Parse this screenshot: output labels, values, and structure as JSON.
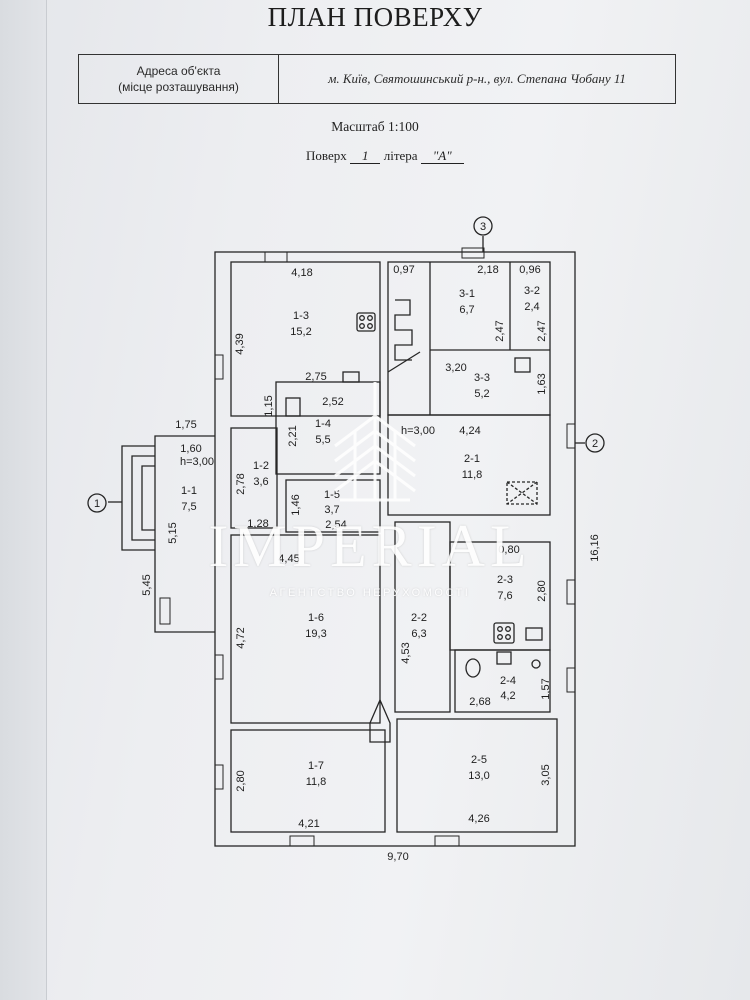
{
  "header": {
    "title": "ПЛАН ПОВЕРХУ",
    "address_label_line1": "Адреса об'єкта",
    "address_label_line2": "(місце розташування)",
    "address_value": "м. Київ, Святошинський р-н., вул. Степана Чобану 11",
    "scale": "Масштаб 1:100",
    "floor_prefix": "Поверх",
    "floor_number": "1",
    "letter_prefix": "літера",
    "letter_value": "\"А\""
  },
  "axes": {
    "a1": "1",
    "a2": "2",
    "a3": "3"
  },
  "rooms": {
    "r13_id": "1-3",
    "r13_area": "15,2",
    "r31_id": "3-1",
    "r31_area": "6,7",
    "r32_id": "3-2",
    "r32_area": "2,4",
    "r33_id": "3-3",
    "r33_area": "5,2",
    "r14_id": "1-4",
    "r14_area": "5,5",
    "r11_id": "1-1",
    "r11_area": "7,5",
    "r12_id": "1-2",
    "r12_area": "3,6",
    "r15_id": "1-5",
    "r15_area": "3,7",
    "r21_id": "2-1",
    "r21_area": "11,8",
    "r16_id": "1-6",
    "r16_area": "19,3",
    "r22_id": "2-2",
    "r22_area": "6,3",
    "r23_id": "2-3",
    "r23_area": "7,6",
    "r24_id": "2-4",
    "r24_area": "4,2",
    "r17_id": "1-7",
    "r17_area": "11,8",
    "r25_id": "2-5",
    "r25_area": "13,0"
  },
  "dims": {
    "d418": "4,18",
    "d439": "4,39",
    "d275": "2,75",
    "d097": "0,97",
    "d218": "2,18",
    "d096": "0,96",
    "d247a": "2,47",
    "d247b": "2,47",
    "d320": "3,20",
    "d163": "1,63",
    "d252": "2,52",
    "d115": "1,15",
    "d221": "2,21",
    "d175": "1,75",
    "d160": "1,60",
    "h300a": "h=3,00",
    "h300b": "h=3,00",
    "d424": "4,24",
    "d278": "2,78",
    "d146": "1,46",
    "d254": "2,54",
    "d128": "1,28",
    "d515": "5,15",
    "d545": "5,45",
    "d445": "4,45",
    "d080": "0,80",
    "d280a": "2,80",
    "d1616": "16,16",
    "d472": "4,72",
    "d453": "4,53",
    "d157": "1,57",
    "d268": "2,68",
    "d280b": "2,80",
    "d305": "3,05",
    "d421": "4,21",
    "d426": "4,26",
    "d970": "9,70"
  },
  "watermark": {
    "name": "IMPERIAL",
    "subtitle": "АГЕНТСТВО НЕРУХОМОСТІ"
  }
}
